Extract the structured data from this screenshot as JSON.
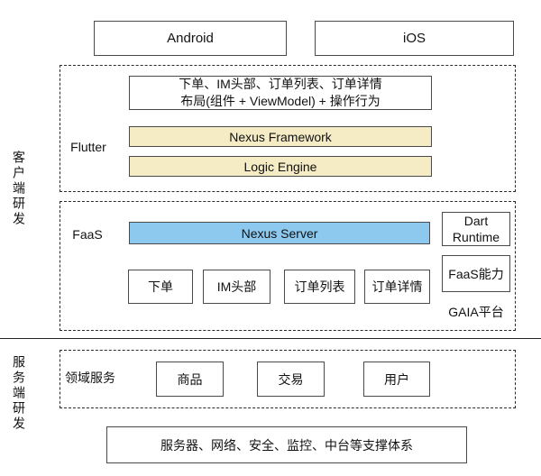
{
  "platforms": {
    "android": "Android",
    "ios": "iOS"
  },
  "side_labels": {
    "client": "客户端研发",
    "server": "服务端研发"
  },
  "flutter_section": {
    "label": "Flutter",
    "feature_line1": "下单、IM头部、订单列表、订单详情",
    "feature_line2": "布局(组件 + ViewModel) + 操作行为",
    "nexus_framework": "Nexus Framework",
    "logic_engine": "Logic Engine"
  },
  "faas_section": {
    "label": "FaaS",
    "nexus_server": "Nexus Server",
    "dart_runtime_line1": "Dart",
    "dart_runtime_line2": "Runtime",
    "faas_ability": "FaaS能力",
    "gaia_platform": "GAIA平台",
    "modules": [
      "下单",
      "IM头部",
      "订单列表",
      "订单详情"
    ]
  },
  "domain_section": {
    "label": "领域服务",
    "services": [
      "商品",
      "交易",
      "用户"
    ]
  },
  "infra_box": {
    "text": "服务器、网络、安全、监控、中台等支撑体系"
  },
  "colors": {
    "highlight_yellow": "#F5EBC4",
    "highlight_blue": "#8DC9EF",
    "border_dark": "#4a4a4a"
  }
}
